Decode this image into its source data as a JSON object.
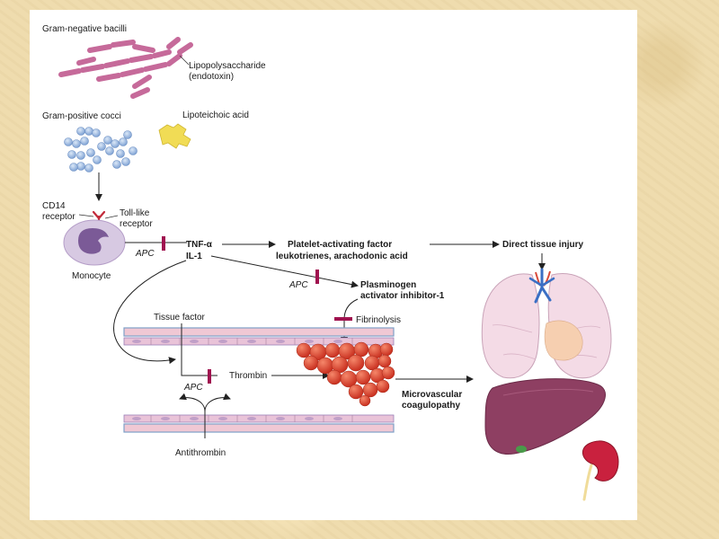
{
  "colors": {
    "background": "#efdcae",
    "panel": "#ffffff",
    "bacilli": "#c66a9a",
    "cocci": "#9cb9e2",
    "lipoteichoic_acid": "#f1dc55",
    "monocyte": "#d7c9e2",
    "monocyte_nucleus": "#7b5a97",
    "inhibitor_bar": "#a0124f",
    "clot": "#e0462f",
    "lung": "#f4dbe6",
    "liver": "#8e3f62",
    "kidney": "#c9213e"
  },
  "labels": {
    "gram_negative": "Gram-negative bacilli",
    "lps_line1": "Lipopolysaccharide",
    "lps_line2": "(endotoxin)",
    "gram_positive": "Gram-positive cocci",
    "lipoteichoic": "Lipoteichoic acid",
    "cd14_line1": "CD14",
    "cd14_line2": "receptor",
    "tlr_line1": "Toll-like",
    "tlr_line2": "receptor",
    "monocyte": "Monocyte",
    "apc": "APC",
    "tnf": "TNF-α",
    "il1": "IL-1",
    "paf_line1": "Platelet-activating factor",
    "paf_line2": "leukotrienes, arachodonic acid",
    "direct_injury": "Direct tissue injury",
    "pai_line1": "Plasminogen",
    "pai_line2": "activator inhibitor-1",
    "fibrinolysis": "Fibrinolysis",
    "tissue_factor": "Tissue factor",
    "thrombin": "Thrombin",
    "micro_line1": "Microvascular",
    "micro_line2": "coagulopathy",
    "antithrombin": "Antithrombin"
  },
  "icons": [
    "bacilli-icon",
    "cocci-icon",
    "lipoteichoic-acid-icon",
    "monocyte-icon",
    "lung-icon",
    "liver-icon",
    "kidney-icon",
    "clot-icon"
  ]
}
